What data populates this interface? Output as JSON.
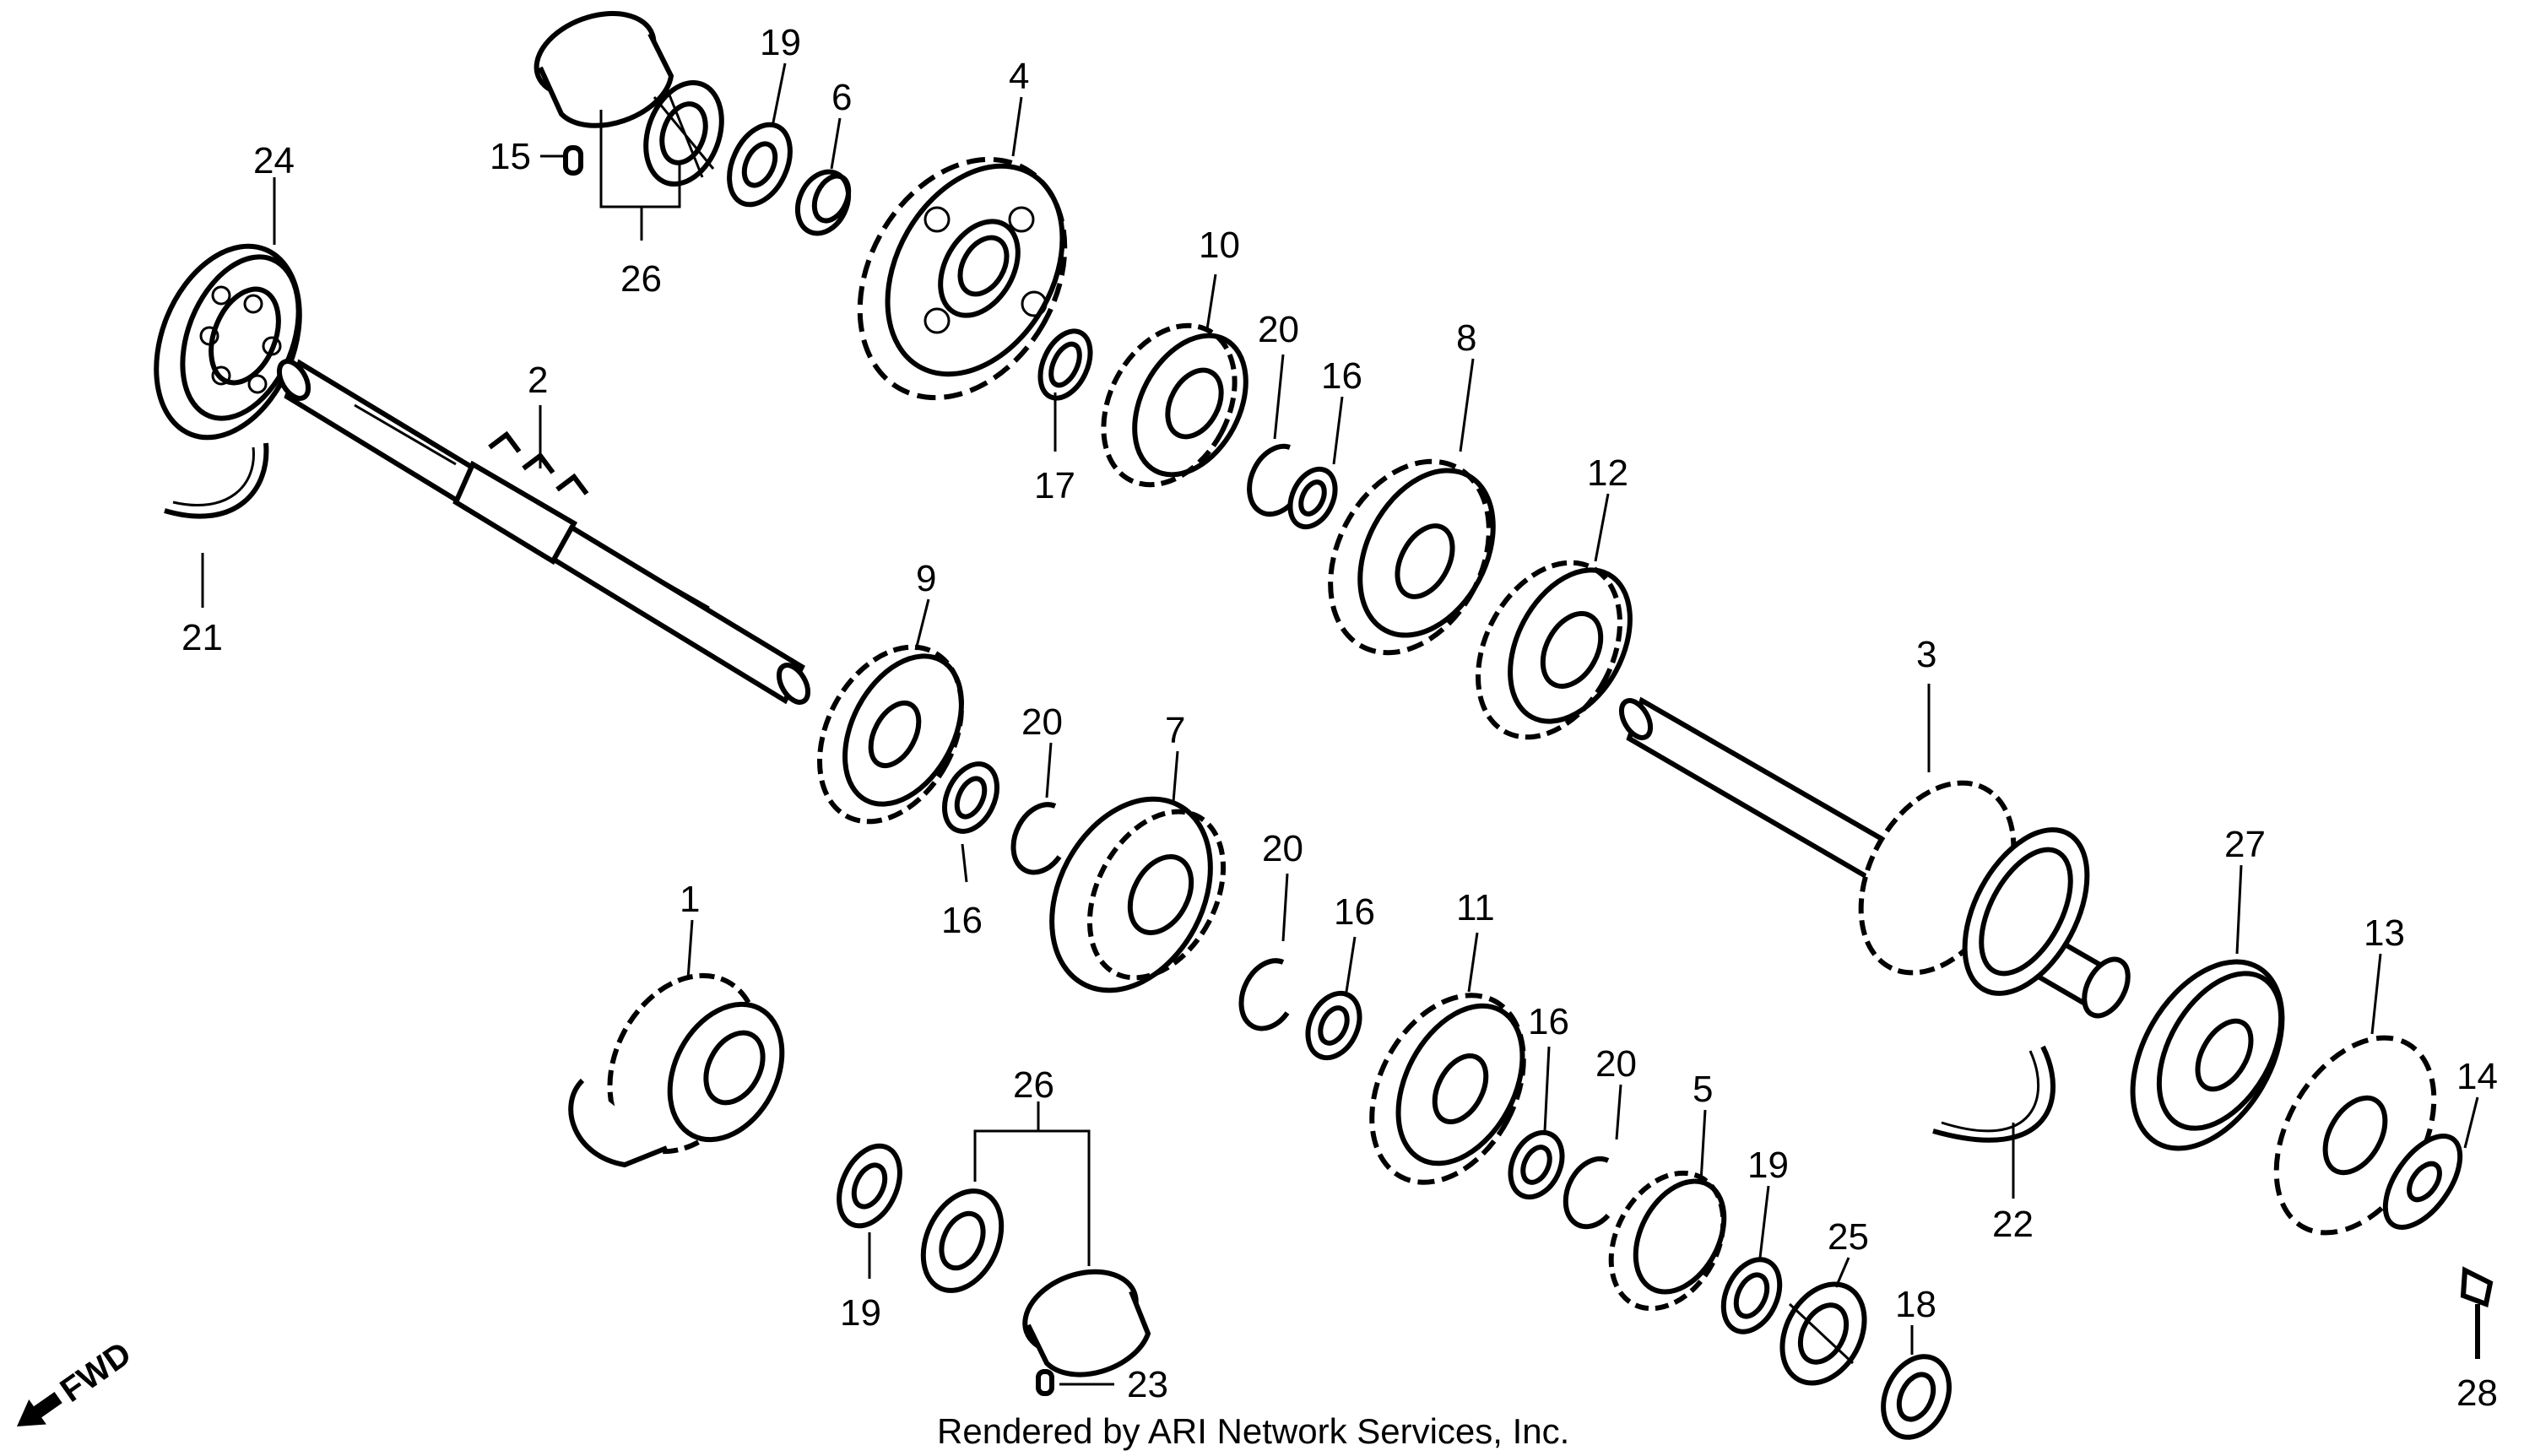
{
  "diagram": {
    "callouts": [
      "1",
      "2",
      "3",
      "4",
      "5",
      "6",
      "7",
      "8",
      "9",
      "10",
      "11",
      "12",
      "13",
      "14",
      "15",
      "16",
      "17",
      "18",
      "19",
      "20",
      "21",
      "22",
      "23",
      "24",
      "25",
      "26",
      "27",
      "28"
    ],
    "direction_label": "FWD",
    "footer": "Rendered by ARI Network Services, Inc."
  }
}
